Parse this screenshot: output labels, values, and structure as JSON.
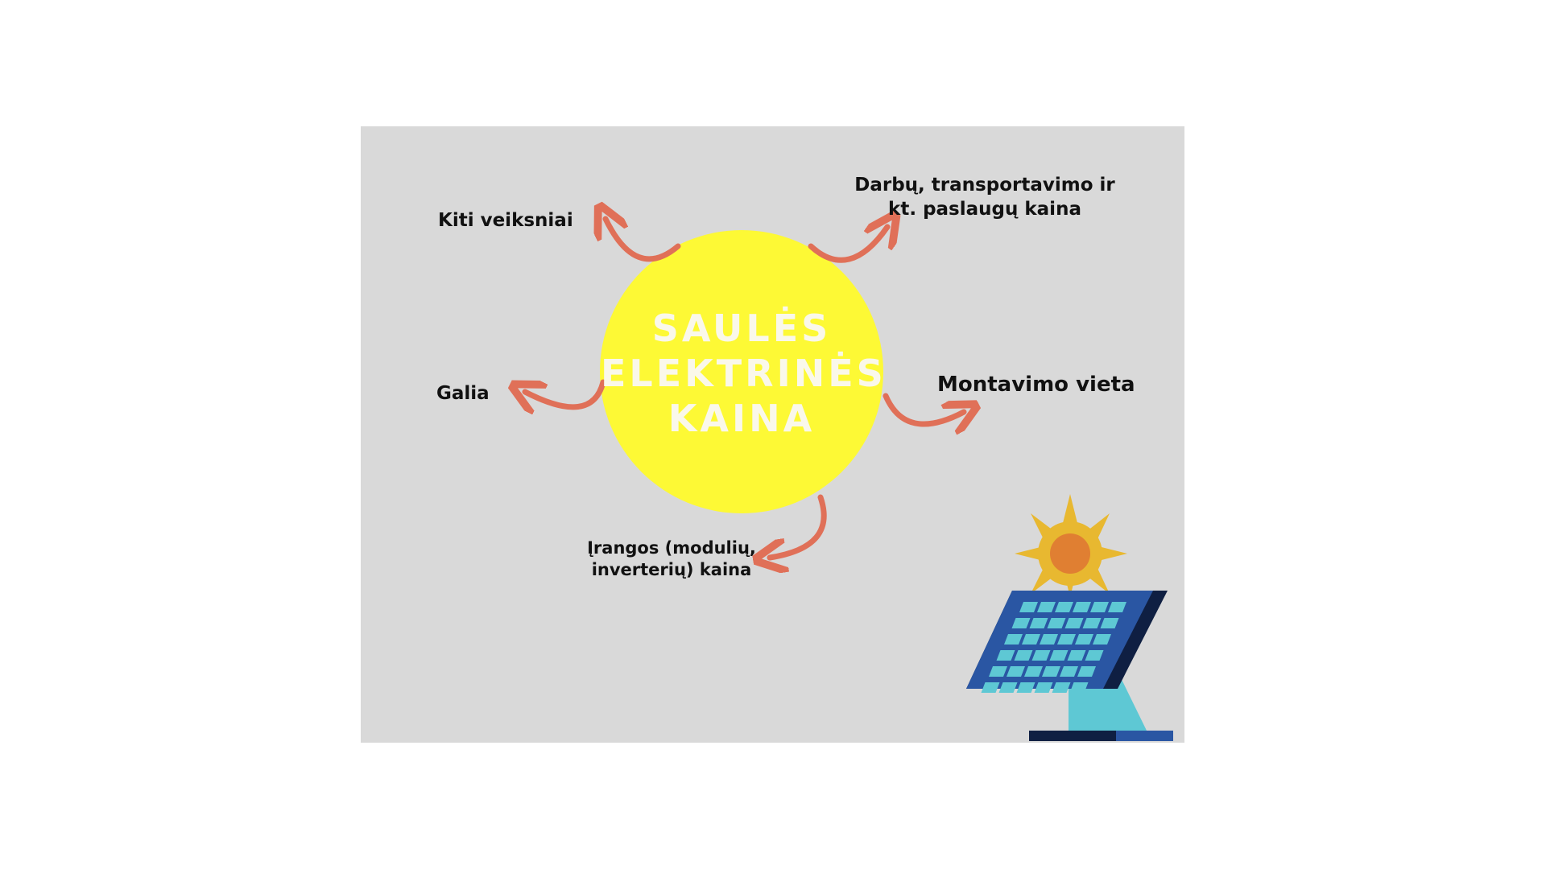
{
  "title_lines": [
    "SAULĖS",
    "ELEKTRINĖS",
    "KAINA"
  ],
  "factors": {
    "other": "Kiti veiksniai",
    "work_line1": "Darbų, transportavimo ir",
    "work_line2": "kt. paslaugų kaina",
    "power": "Galia",
    "location": "Montavimo vieta",
    "equipment_line1": "Įrangos (modulių,",
    "equipment_line2": "inverterių) kaina"
  },
  "colors": {
    "background": "#d9d9d9",
    "sun": "#fdf935",
    "arrow": "#e07058",
    "panel": "#2a56a3"
  }
}
